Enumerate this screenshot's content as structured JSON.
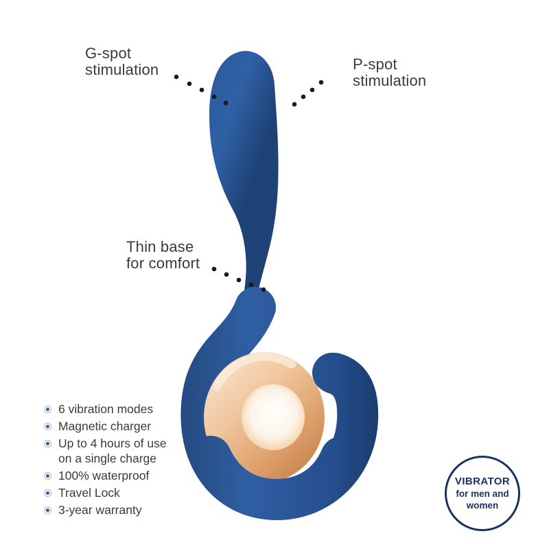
{
  "page": {
    "background": "#ffffff"
  },
  "colors": {
    "product_blue_light": "#2f5fa3",
    "product_blue": "#2a5294",
    "product_blue_dark": "#1c3a6b",
    "gold_light": "#f9e3cb",
    "gold_mid": "#e8b488",
    "gold_dark": "#c17c45",
    "text_gray": "#3a3a3a",
    "badge_navy": "#16335f",
    "bullet_ring_blue": "#9db9dd",
    "bullet_dot_blue": "#2e5fa3",
    "leader_dot_black": "#1a1a1a"
  },
  "annotations": {
    "gspot": {
      "line1": "G-spot",
      "line2": "stimulation"
    },
    "pspot": {
      "line1": "P-spot",
      "line2": "stimulation"
    },
    "thinbase": {
      "line1": "Thin base",
      "line2": "for comfort"
    }
  },
  "features": {
    "items": [
      {
        "label": "6 vibration modes"
      },
      {
        "label": "Magnetic charger"
      },
      {
        "label": "Up to 4 hours of use",
        "label2": "on a single charge"
      },
      {
        "label": "100% waterproof"
      },
      {
        "label": "Travel Lock"
      },
      {
        "label": "3-year warranty"
      }
    ]
  },
  "badge": {
    "line1": "VIBRATOR",
    "line2": "for men and",
    "line3": "women"
  }
}
